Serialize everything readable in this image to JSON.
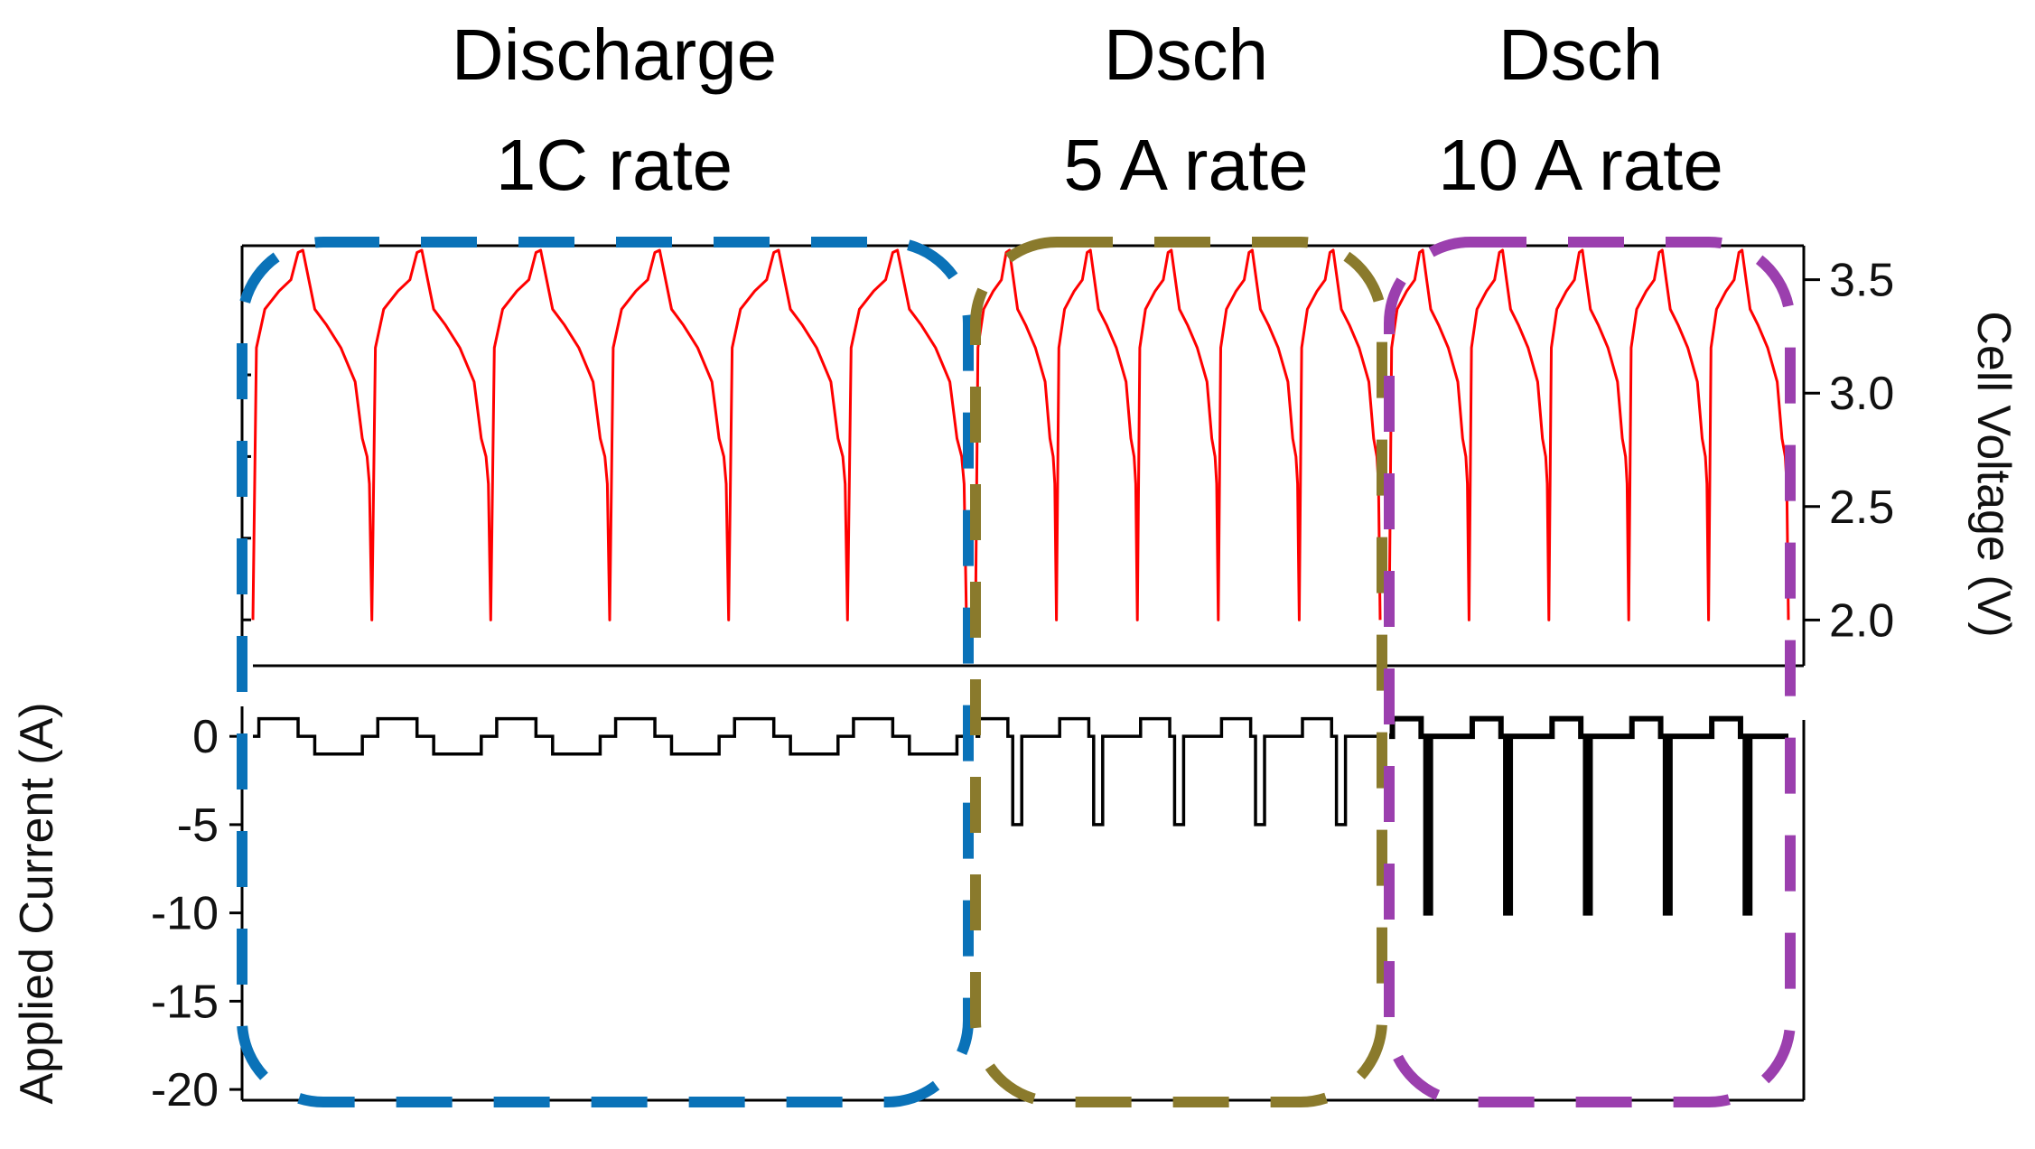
{
  "chart_data": {
    "type": "line",
    "layout": "two stacked panels sharing the x axis",
    "colors": {
      "voltage": "#ff0000",
      "current": "#000000",
      "region_1c": "#0a72b8",
      "region_5a": "#8a7a2c",
      "region_10a": "#9b3fae"
    },
    "regions": [
      {
        "label_lines": [
          "Discharge",
          "1C rate"
        ],
        "cycles": 6,
        "color": "#0a72b8"
      },
      {
        "label_lines": [
          "Dsch",
          "5 A rate"
        ],
        "cycles": 5,
        "color": "#8a7a2c"
      },
      {
        "label_lines": [
          "Dsch",
          "10 A rate"
        ],
        "cycles": 5,
        "color": "#9b3fae"
      }
    ],
    "voltage_panel": {
      "ylabel": "Cell Voltage (V)",
      "axis_side": "right",
      "ylim": [
        1.85,
        3.65
      ],
      "yticks": [
        2.0,
        2.5,
        3.0,
        3.5
      ],
      "yticklabels": [
        "2.0",
        "2.5",
        "3.0",
        "3.5"
      ],
      "series": [
        {
          "color": "#ff0000",
          "cycle_shape": {
            "u": [
              0.0,
              0.03,
              0.1,
              0.22,
              0.32,
              0.38,
              0.42,
              0.47,
              0.52,
              0.62,
              0.74,
              0.86,
              0.92,
              0.96,
              0.98,
              1.0
            ],
            "v": [
              2.0,
              3.2,
              3.37,
              3.45,
              3.5,
              3.62,
              3.63,
              3.5,
              3.37,
              3.3,
              3.2,
              3.05,
              2.8,
              2.72,
              2.6,
              2.0
            ]
          }
        }
      ]
    },
    "current_panel": {
      "ylabel": "Applied Current (A)",
      "axis_side": "left",
      "ylim": [
        -20.2,
        1.8
      ],
      "yticks": [
        0,
        -5,
        -10,
        -15,
        -20
      ],
      "yticklabels": [
        "0",
        "-5",
        "-10",
        "-15",
        "-20"
      ],
      "series": [
        {
          "region": 0,
          "charge_current": 1.0,
          "discharge_current": -1.0,
          "cycles": 6
        },
        {
          "region": 1,
          "charge_current": 1.0,
          "discharge_current": -5.0,
          "cycles": 5
        },
        {
          "region": 2,
          "charge_current": 1.0,
          "discharge_current": -10.0,
          "cycles": 5
        }
      ]
    }
  }
}
